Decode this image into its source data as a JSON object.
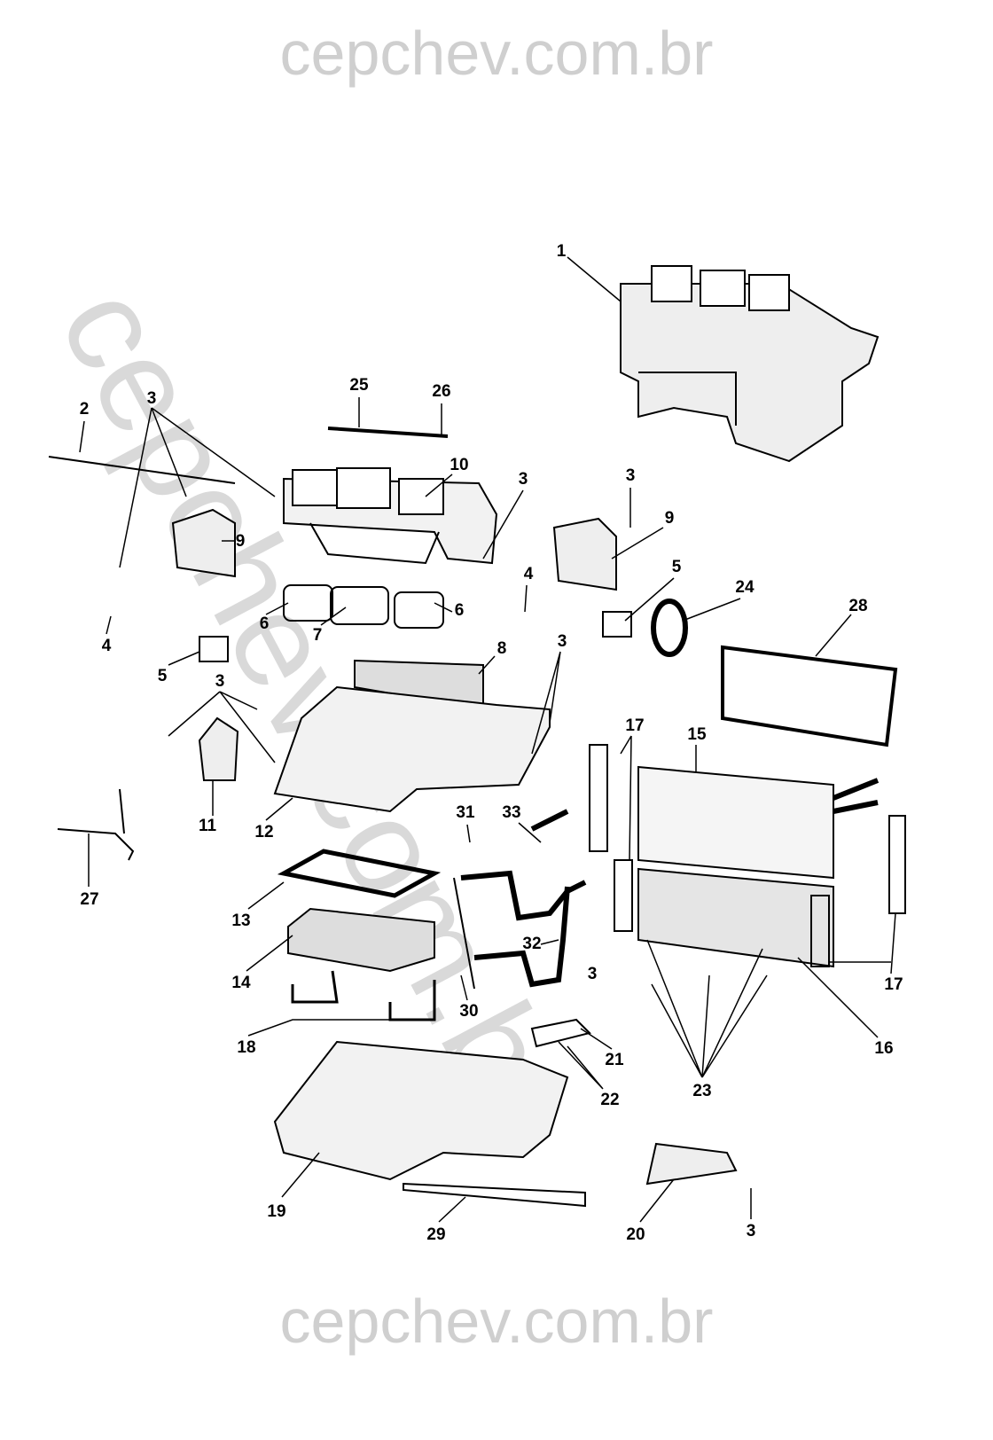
{
  "watermark": {
    "top": "cepchev.com.br",
    "diagonal": "cepchev.com.br",
    "bottom": "cepchev.com.br"
  },
  "callouts": [
    "1",
    "2",
    "3",
    "25",
    "26",
    "10",
    "3",
    "3",
    "9",
    "9",
    "5",
    "4",
    "24",
    "28",
    "4",
    "6",
    "7",
    "6",
    "5",
    "8",
    "3",
    "3",
    "17",
    "15",
    "11",
    "12",
    "31",
    "33",
    "27",
    "13",
    "32",
    "14",
    "3",
    "17",
    "30",
    "18",
    "21",
    "16",
    "22",
    "23",
    "19",
    "29",
    "20",
    "3"
  ]
}
